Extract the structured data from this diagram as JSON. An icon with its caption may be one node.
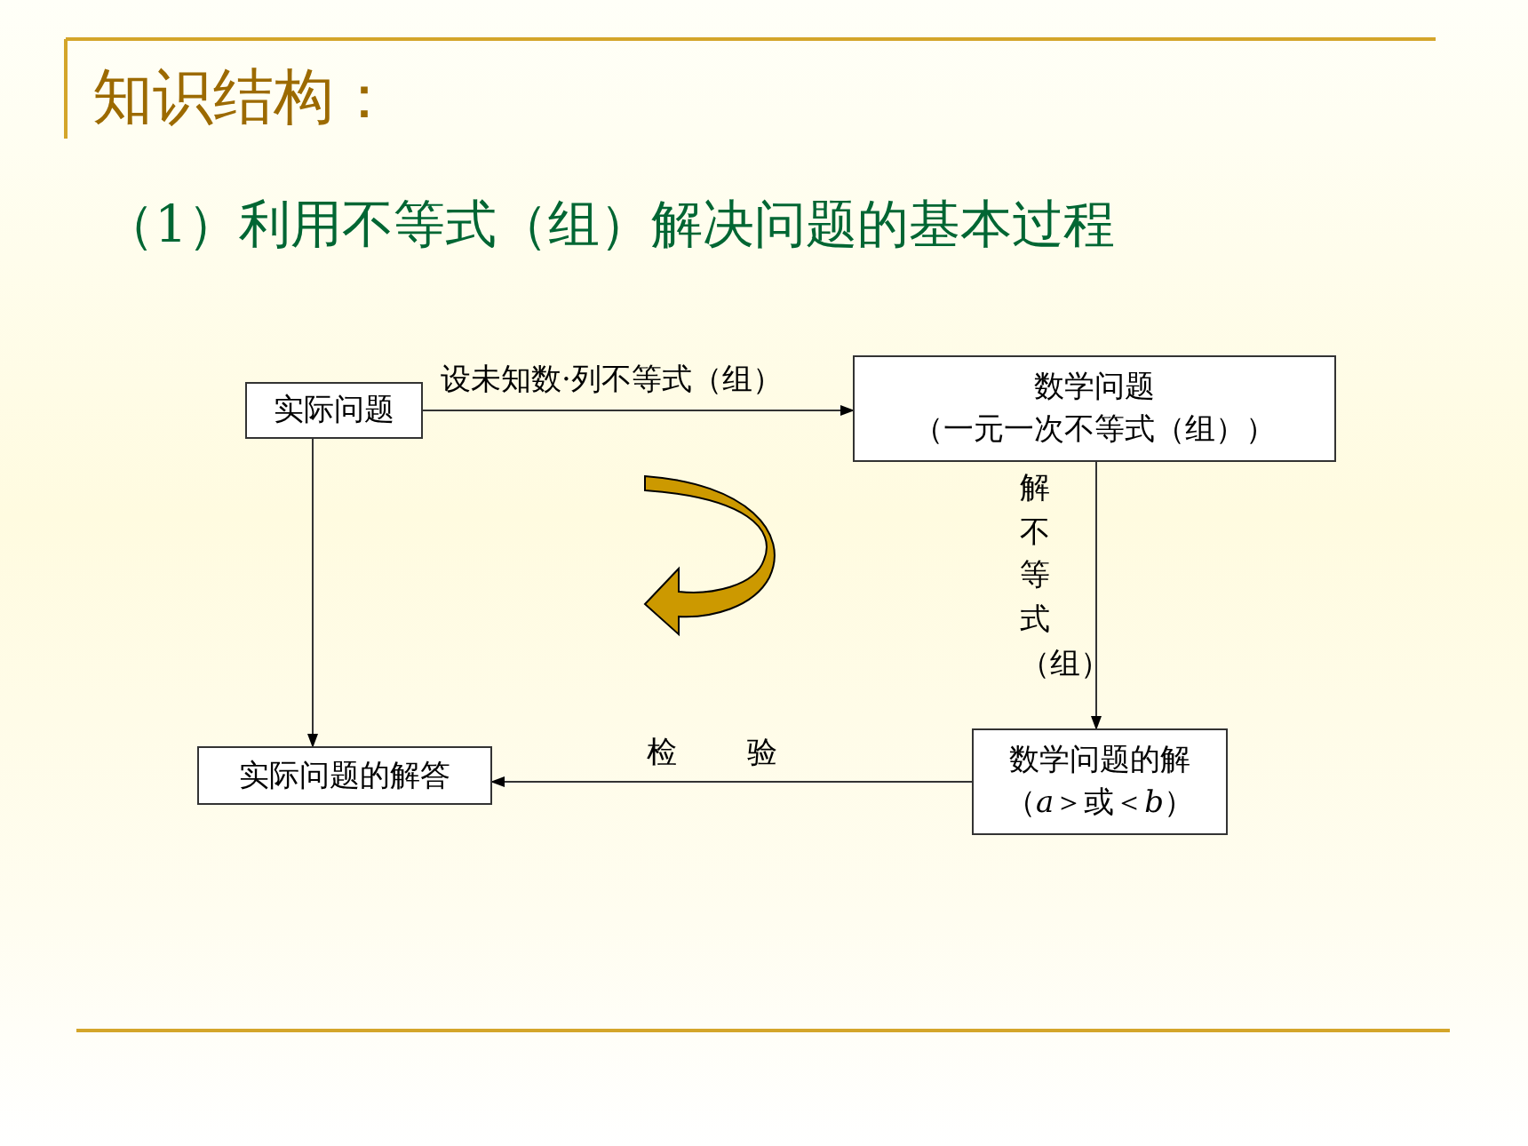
{
  "diagram": {
    "title": "知识结构：",
    "nodes": [
      {
        "text": [
          "实际问题"
        ]
      },
      {
        "text": [
          "数学问题",
          "（一元一次不等式（组））"
        ]
      },
      {
        "text": [
          "数学问题的解",
          "（*a*＞或＜*b*）"
        ]
      },
      {
        "text": [
          "实际问题的解答"
        ]
      }
    ],
    "edges": [
      {
        "from": 0,
        "to": 1,
        "arrow": "to",
        "label": "设未知数·列不等式（组）"
      },
      {
        "from": 1,
        "to": 2,
        "arrow": "to",
        "label": "解不等式（组）"
      },
      {
        "from": 2,
        "to": 3,
        "arrow": "to",
        "label": "检 验"
      },
      {
        "from": 0,
        "to": 3,
        "arrow": "to"
      }
    ],
    "labels": [
      "（1）利用不等式（组）解决问题的基本过程"
    ]
  }
}
